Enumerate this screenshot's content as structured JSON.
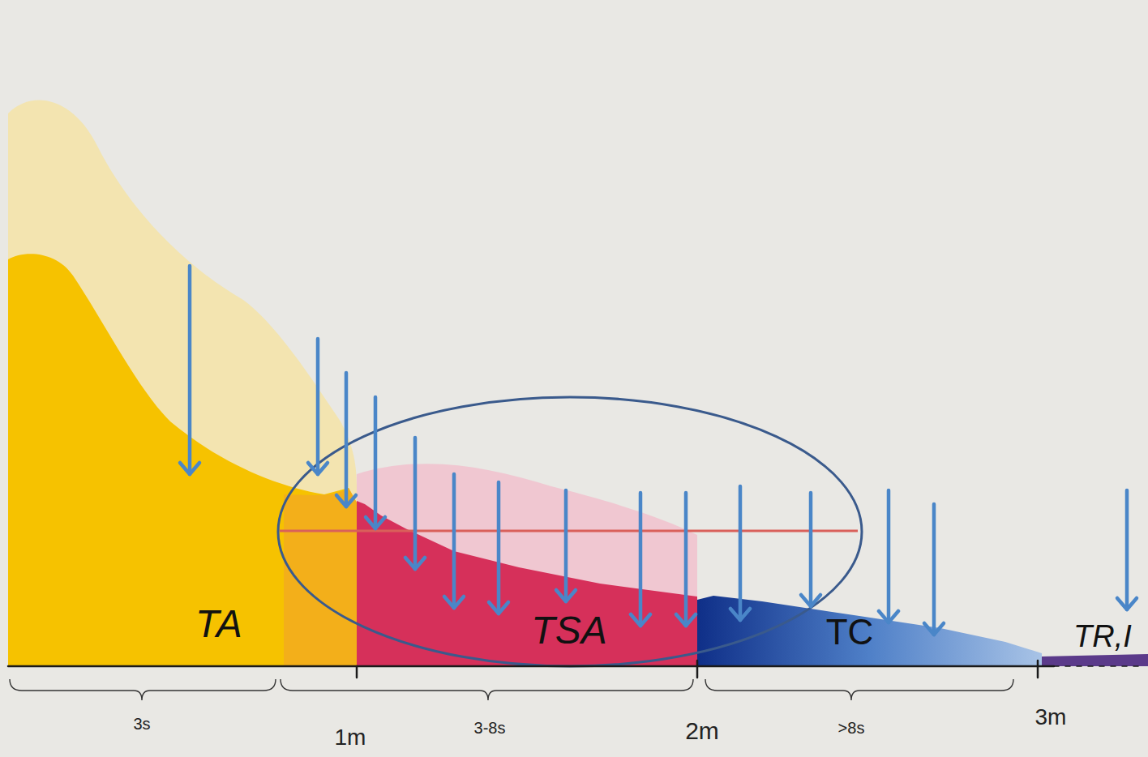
{
  "diagram": {
    "nodes": [
      {
        "text": [
          "TA"
        ]
      },
      {
        "text": [
          "TSA"
        ]
      },
      {
        "text": [
          "TC"
        ]
      },
      {
        "text": [
          "TR,I"
        ]
      }
    ],
    "labels": [
      "3s",
      "1m",
      "3-8s",
      "2m",
      ">8s",
      "3m"
    ]
  }
}
